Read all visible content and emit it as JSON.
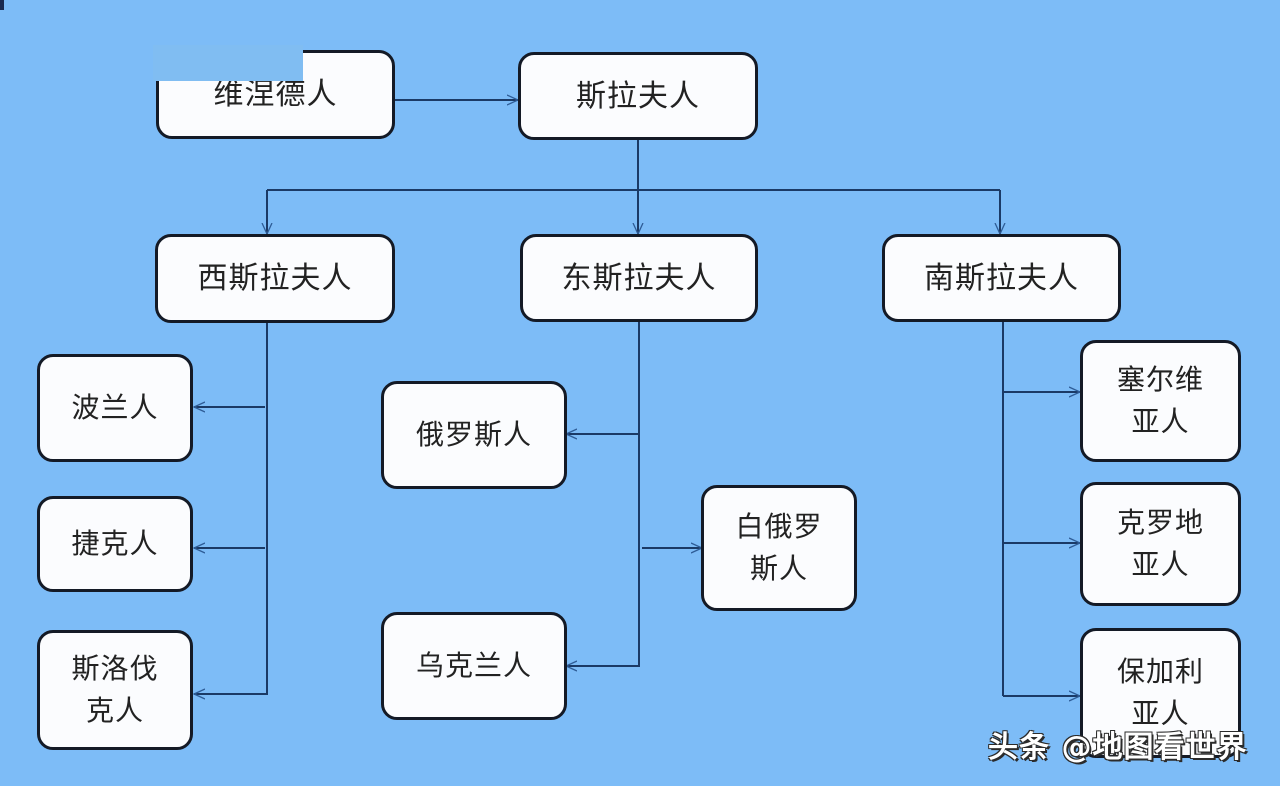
{
  "colors": {
    "background": "#7dbcf7",
    "node_fill": "#fbfcfe",
    "node_border": "#141a26",
    "connector": "#1b3a66"
  },
  "nodes": {
    "wends": "维涅德人",
    "slavs": "斯拉夫人",
    "west_slavs": "西斯拉夫人",
    "east_slavs": "东斯拉夫人",
    "south_slavs": "南斯拉夫人",
    "poles": "波兰人",
    "czechs": "捷克人",
    "slovaks": {
      "line1": "斯洛伐",
      "line2": "克人"
    },
    "russians": "俄罗斯人",
    "belarusians": {
      "line1": "白俄罗",
      "line2": "斯人"
    },
    "ukrainians": "乌克兰人",
    "serbs": {
      "line1": "塞尔维",
      "line2": "亚人"
    },
    "croats": {
      "line1": "克罗地",
      "line2": "亚人"
    },
    "bulgarians": {
      "line1": "保加利",
      "line2": "亚人"
    }
  },
  "watermark": "头条 @地图看世界"
}
